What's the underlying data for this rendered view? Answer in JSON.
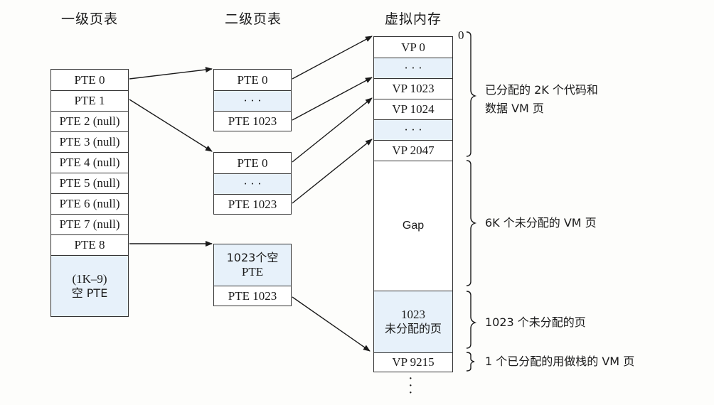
{
  "titles": {
    "level1": "一级页表",
    "level2": "二级页表",
    "vm": "虚拟内存"
  },
  "level1_table": [
    {
      "label": "PTE 0",
      "tint": false
    },
    {
      "label": "PTE 1",
      "tint": false
    },
    {
      "label": "PTE 2 (null)",
      "tint": false
    },
    {
      "label": "PTE 3 (null)",
      "tint": false
    },
    {
      "label": "PTE 4 (null)",
      "tint": false
    },
    {
      "label": "PTE 5 (null)",
      "tint": false
    },
    {
      "label": "PTE 6 (null)",
      "tint": false
    },
    {
      "label": "PTE 7 (null)",
      "tint": false
    },
    {
      "label": "PTE 8",
      "tint": false
    },
    {
      "label_line1": "(1K–9)",
      "label_line2": "空 PTE",
      "tint": true
    }
  ],
  "level2_tables": [
    {
      "cells": [
        "PTE 0",
        "· · ·",
        "PTE 1023"
      ]
    },
    {
      "cells": [
        "PTE 0",
        "· · ·",
        "PTE 1023"
      ]
    },
    {
      "cells": [
        "1023个空 PTE",
        "PTE 1023"
      ],
      "empty_line1": "1023个空",
      "empty_line2": "PTE"
    }
  ],
  "vm": {
    "start_address": "0",
    "cells": [
      "VP 0",
      "· · ·",
      "VP 1023",
      "VP 1024",
      "· · ·",
      "VP 2047",
      "Gap",
      "1023 未分配的页",
      "VP 9215"
    ],
    "unalloc_line1": "1023",
    "unalloc_line2": "未分配的页",
    "continuation": "⋮"
  },
  "annotations": {
    "alloc_code_data_line1": "已分配的 2K 个代码和",
    "alloc_code_data_line2": "数据 VM 页",
    "gap": "6K 个未分配的 VM 页",
    "unalloc_1023": "1023 个未分配的页",
    "stack_page": "1 个已分配的用做栈的 VM 页"
  },
  "colors": {
    "tint": "#e7f1fa",
    "line": "#333333"
  }
}
